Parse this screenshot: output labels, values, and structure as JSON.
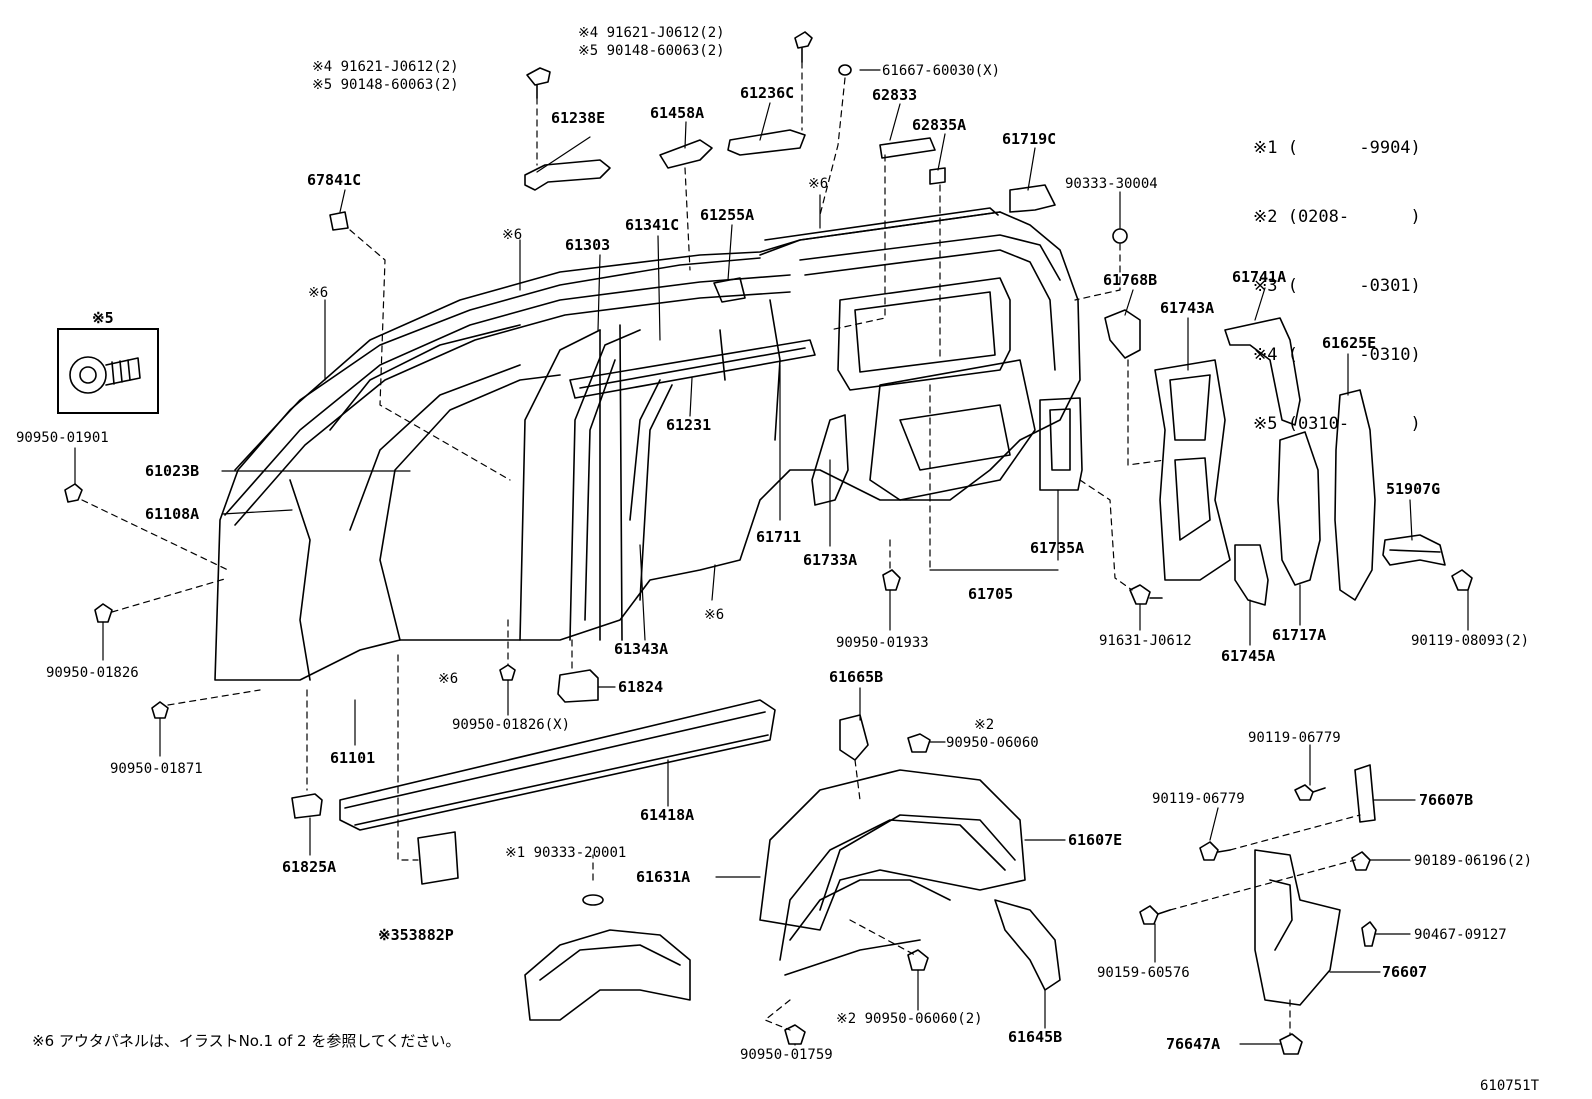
{
  "legend": {
    "rows": [
      "※1 (      -9904)",
      "※2 (0208-      )",
      "※3 (      -0301)",
      "※4 (      -0310)",
      "※5 (0310-      )"
    ]
  },
  "inset_label": "※5",
  "labels": {
    "l_91621a": "※4 91621-J0612(2)",
    "l_90148a": "※5 90148-60063(2)",
    "l_91621b": "※4 91621-J0612(2)",
    "l_90148b": "※5 90148-60063(2)",
    "l_61667": "61667-60030(X)",
    "l_61238e": "61238E",
    "l_61458a": "61458A",
    "l_61236c": "61236C",
    "l_62833": "62833",
    "l_62835a": "62835A",
    "l_61719c": "61719C",
    "l_90333_30004": "90333-30004",
    "l_67841c": "67841C",
    "l_n6a": "※6",
    "l_n6b": "※6",
    "l_n6c": "※6",
    "l_n6d": "※6",
    "l_n6e": "※6",
    "l_61303": "61303",
    "l_61341c": "61341C",
    "l_61255a": "61255A",
    "l_61768b": "61768B",
    "l_61741a": "61741A",
    "l_61743a": "61743A",
    "l_61625e": "61625E",
    "l_90950_01901": "90950-01901",
    "l_61023b": "61023B",
    "l_61108a": "61108A",
    "l_61231": "61231",
    "l_51907g": "51907G",
    "l_61711": "61711",
    "l_61733a": "61733A",
    "l_61735a": "61735A",
    "l_61705": "61705",
    "l_90950_01826": "90950-01826",
    "l_61343a": "61343A",
    "l_90950_01933": "90950-01933",
    "l_91631": "91631-J0612",
    "l_61717a": "61717A",
    "l_90119_08093": "90119-08093(2)",
    "l_61745a": "61745A",
    "l_61665b": "61665B",
    "l_61824": "61824",
    "l_90950_01826x": "90950-01826(X)",
    "l_61101": "61101",
    "l_90950_01871": "90950-01871",
    "l_n2a": "※2",
    "l_90950_06060": "90950-06060",
    "l_90119_06779a": "90119-06779",
    "l_90119_06779b": "90119-06779",
    "l_76607b": "76607B",
    "l_61418a": "61418A",
    "l_61607e": "61607E",
    "l_90189": "90189-06196(2)",
    "l_61825a": "61825A",
    "l_90333_20001": "※1 90333-20001",
    "l_61631a": "61631A",
    "l_53882p": "※353882P",
    "l_90467": "90467-09127",
    "l_90159": "90159-60576",
    "l_76607": "76607",
    "l_90950_06060_2": "※2 90950-06060(2)",
    "l_61645b": "61645B",
    "l_76647a": "76647A",
    "l_90950_01759": "90950-01759"
  },
  "footnote": "※6 アウタパネルは、イラストNo.1 of 2 を参照してください。",
  "ref_code": "610751T"
}
